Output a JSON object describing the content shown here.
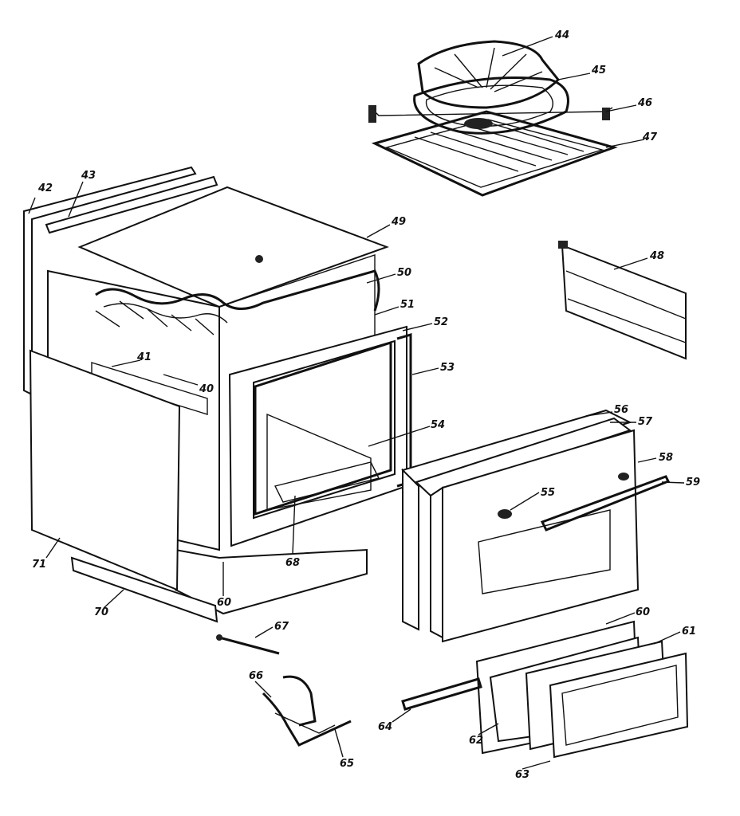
{
  "diagram": {
    "labels": {
      "p40": "40",
      "p41": "41",
      "p42": "42",
      "p43": "43",
      "p44": "44",
      "p45": "45",
      "p46": "46",
      "p47": "47",
      "p48": "48",
      "p49": "49",
      "p50": "50",
      "p51": "51",
      "p52": "52",
      "p53": "53",
      "p54": "54",
      "p55": "55",
      "p56": "56",
      "p57": "57",
      "p58": "58",
      "p59": "59",
      "p60a": "60",
      "p60b": "60",
      "p61": "61",
      "p62": "62",
      "p63": "63",
      "p64": "64",
      "p65": "65",
      "p66": "66",
      "p67": "67",
      "p68": "68",
      "p70": "70",
      "p71": "71"
    }
  }
}
